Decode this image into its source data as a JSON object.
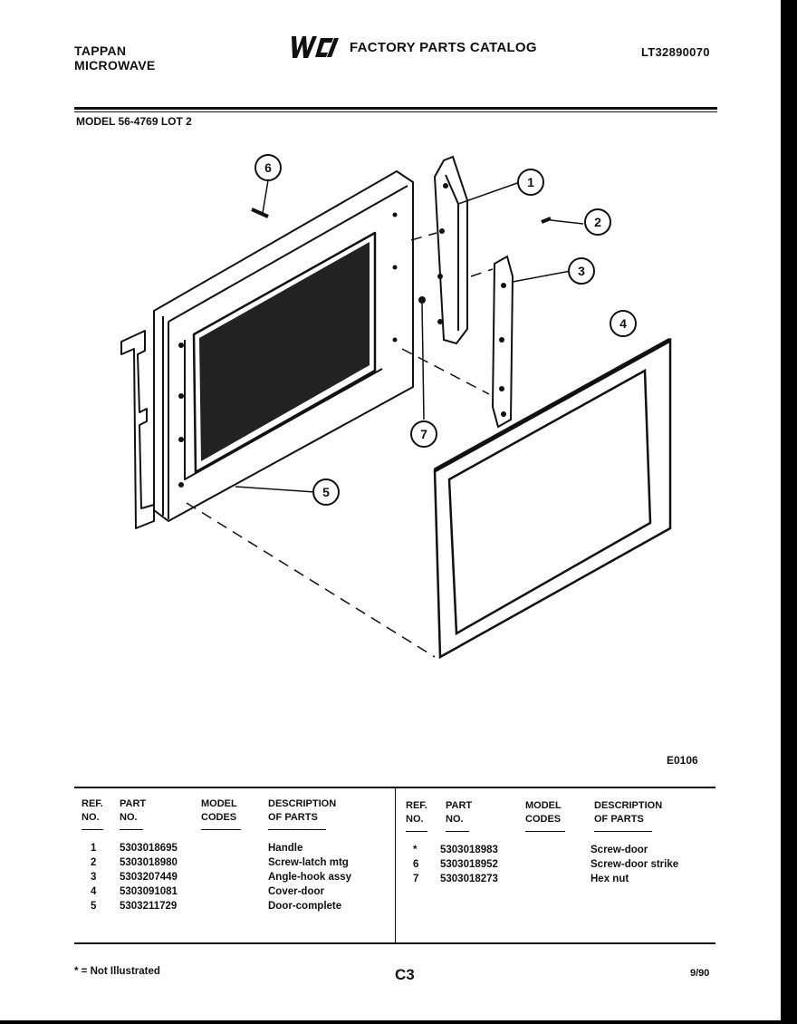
{
  "header": {
    "brand_line1": "TAPPAN",
    "brand_line2": "MICROWAVE",
    "logo_text": "WCI",
    "catalog_title": "FACTORY PARTS CATALOG",
    "doc_number": "LT32890070"
  },
  "model_line": "MODEL 56-4769 LOT 2",
  "diagram": {
    "callouts": [
      "1",
      "2",
      "3",
      "4",
      "5",
      "6",
      "7"
    ],
    "figure_code": "E0106"
  },
  "table": {
    "headers": {
      "ref": [
        "REF.",
        "NO."
      ],
      "part": [
        "PART",
        "NO."
      ],
      "model": [
        "MODEL",
        "CODES"
      ],
      "desc": [
        "DESCRIPTION",
        "OF PARTS"
      ]
    },
    "left_rows": [
      {
        "ref": "1",
        "part": "5303018695",
        "model": "",
        "desc": "Handle"
      },
      {
        "ref": "2",
        "part": "5303018980",
        "model": "",
        "desc": "Screw-latch mtg"
      },
      {
        "ref": "3",
        "part": "5303207449",
        "model": "",
        "desc": "Angle-hook assy"
      },
      {
        "ref": "4",
        "part": "5303091081",
        "model": "",
        "desc": "Cover-door"
      },
      {
        "ref": "5",
        "part": "5303211729",
        "model": "",
        "desc": "Door-complete"
      }
    ],
    "right_rows": [
      {
        "ref": "*",
        "part": "5303018983",
        "model": "",
        "desc": "Screw-door"
      },
      {
        "ref": "6",
        "part": "5303018952",
        "model": "",
        "desc": "Screw-door strike"
      },
      {
        "ref": "7",
        "part": "5303018273",
        "model": "",
        "desc": "Hex nut"
      }
    ]
  },
  "footer": {
    "note": "* = Not Illustrated",
    "page_id": "C3",
    "date": "9/90"
  }
}
